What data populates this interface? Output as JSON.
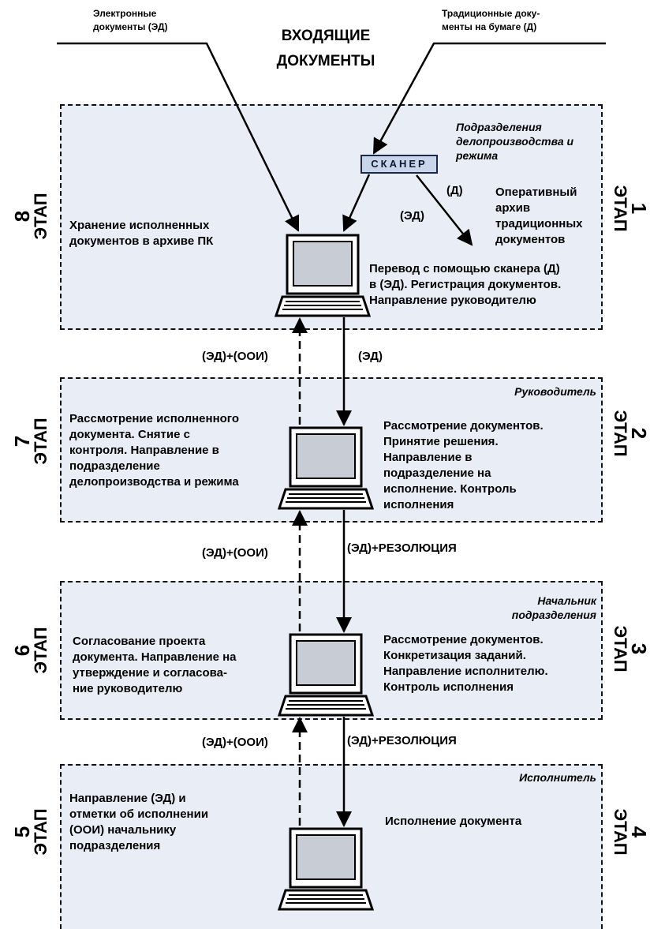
{
  "header": {
    "title": "ВХОДЯЩИЕ\nДОКУМЕНТЫ",
    "electronic_docs": "Электронные\nдокументы (ЭД)",
    "paper_docs": "Традиционные доку-\nменты на бумаге (Д)"
  },
  "zone1": {
    "department": "Подразделения\nделопроизводства и\nрежима",
    "scanner": "СКАНЕР",
    "label_d": "(Д)",
    "label_ed": "(ЭД)",
    "operative_archive": "Оперативный\nархив\nтрадиционных\nдокументов",
    "stage1_text": "Перевод с помощью сканера (Д)\nв (ЭД). Регистрация документов.\nНаправление руководителю",
    "stage8_text": "Хранение исполненных\nдокументов в архиве ПК"
  },
  "zone2": {
    "role": "Руководитель",
    "stage2_text": "Рассмотрение документов.\nПринятие решения.\nНаправление в\nподразделение на\nисполнение. Контроль\nисполнения",
    "stage7_text": "Рассмотрение исполненного\nдокумента. Снятие с\nконтроля. Направление в\nподразделение\nделопроизводства и режима"
  },
  "zone3": {
    "role": "Начальник\nподразделения",
    "stage3_text": "Рассмотрение документов.\nКонкретизация заданий.\nНаправление исполнителю.\nКонтроль исполнения",
    "stage6_text": "Согласование проекта\nдокумента. Направление на\nутверждение и согласова-\nние руководителю"
  },
  "zone4": {
    "role": "Исполнитель",
    "stage4_text": "Исполнение документа",
    "stage5_text": "Направление (ЭД) и\nотметки об исполнении\n(ООИ) начальнику\nподразделения"
  },
  "flows": {
    "down1": "(ЭД)",
    "up1": "(ЭД)+(ООИ)",
    "down2": "(ЭД)+РЕЗОЛЮЦИЯ",
    "up2": "(ЭД)+(ООИ)",
    "down3": "(ЭД)+РЕЗОЛЮЦИЯ",
    "up3": "(ЭД)+(ООИ)"
  },
  "stages": {
    "word": "ЭТАП",
    "s1": "1",
    "s2": "2",
    "s3": "3",
    "s4": "4",
    "s5": "5",
    "s6": "6",
    "s7": "7",
    "s8": "8"
  }
}
